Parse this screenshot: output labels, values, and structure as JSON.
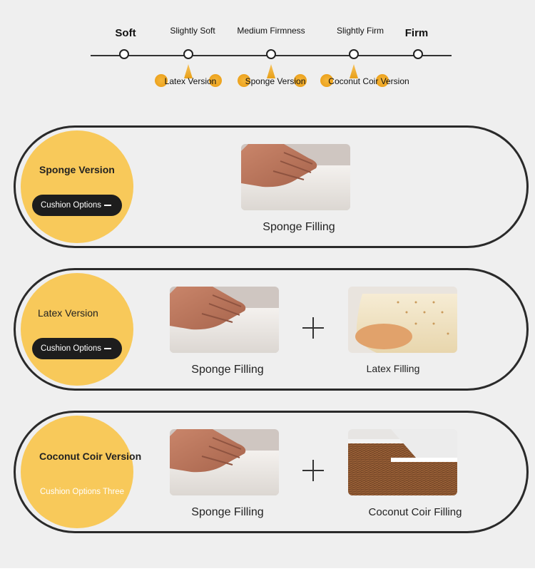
{
  "scale": {
    "levels": [
      "Soft",
      "Slightly Soft",
      "Medium Firmness",
      "Slightly Firm",
      "Firm"
    ],
    "versions": [
      "Latex Version",
      "Sponge Version",
      "Coconut Coir Version"
    ]
  },
  "cards": [
    {
      "badge_title": "Sponge Version",
      "pill_label": "Cushion Options",
      "fillings": [
        "Sponge Filling"
      ]
    },
    {
      "badge_title": "Latex Version",
      "pill_label": "Cushion Options",
      "fillings": [
        "Sponge Filling",
        "Latex Filling"
      ]
    },
    {
      "badge_title": "Coconut Coir Version",
      "pill_label": "Cushion Options Three",
      "fillings": [
        "Sponge Filling",
        "Coconut Coir Filling"
      ]
    }
  ],
  "colors": {
    "badge": "#f8c95a",
    "pointer": "#e8a018",
    "pill": "#1d1d1d"
  }
}
